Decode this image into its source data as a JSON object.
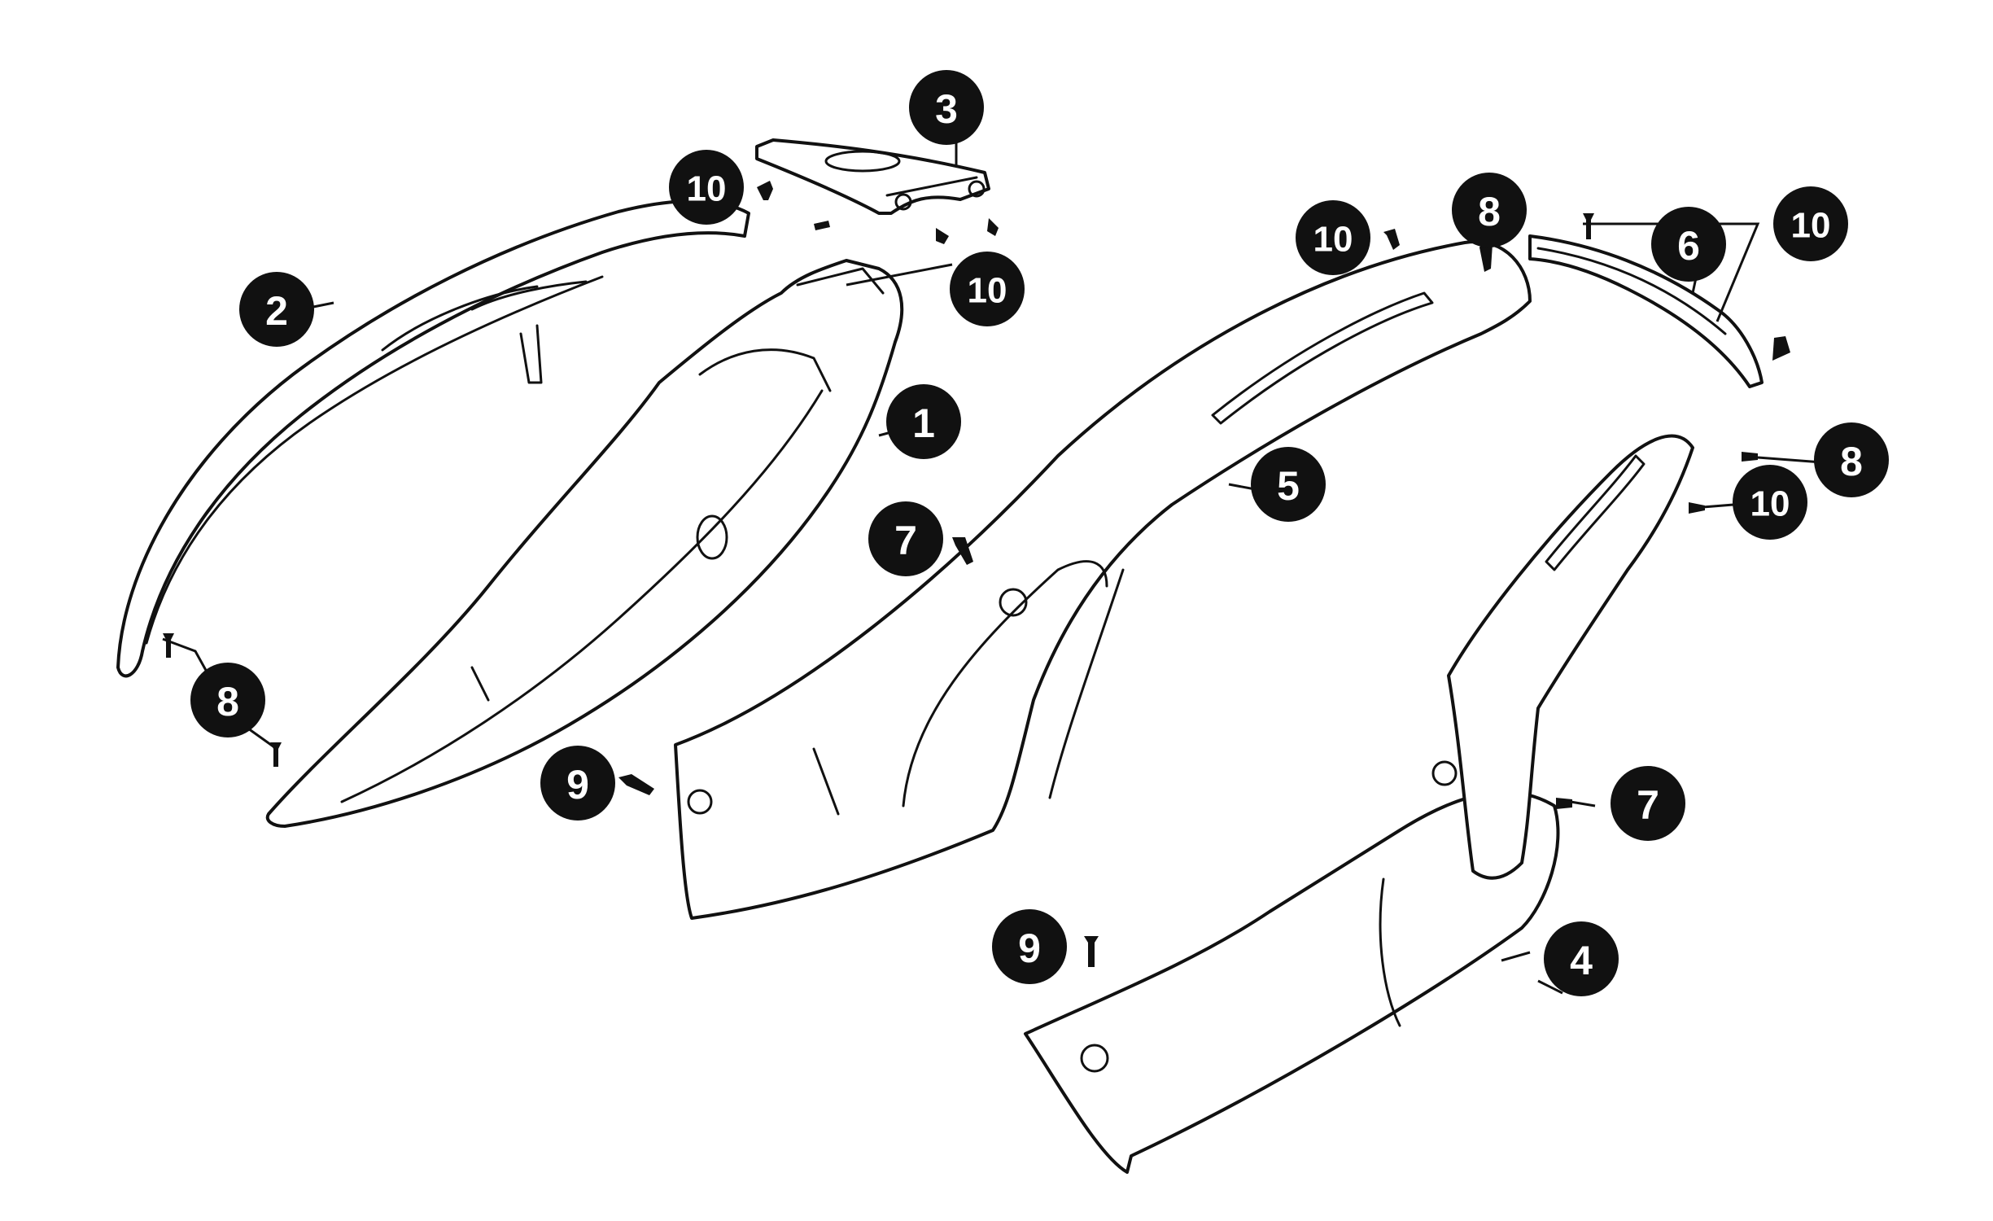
{
  "callouts": [
    {
      "id": "c1",
      "label": "1"
    },
    {
      "id": "c2",
      "label": "2"
    },
    {
      "id": "c3",
      "label": "3"
    },
    {
      "id": "c4",
      "label": "4"
    },
    {
      "id": "c5",
      "label": "5"
    },
    {
      "id": "c6",
      "label": "6"
    },
    {
      "id": "c7a",
      "label": "7"
    },
    {
      "id": "c7b",
      "label": "7"
    },
    {
      "id": "c8a",
      "label": "8"
    },
    {
      "id": "c8b",
      "label": "8"
    },
    {
      "id": "c8c",
      "label": "8"
    },
    {
      "id": "c9a",
      "label": "9"
    },
    {
      "id": "c9b",
      "label": "9"
    },
    {
      "id": "c10a",
      "label": "10"
    },
    {
      "id": "c10b",
      "label": "10"
    },
    {
      "id": "c10c",
      "label": "10"
    },
    {
      "id": "c10d",
      "label": "10"
    },
    {
      "id": "c10e",
      "label": "10"
    }
  ],
  "colors": {
    "ink": "#111111",
    "background": "#ffffff"
  }
}
